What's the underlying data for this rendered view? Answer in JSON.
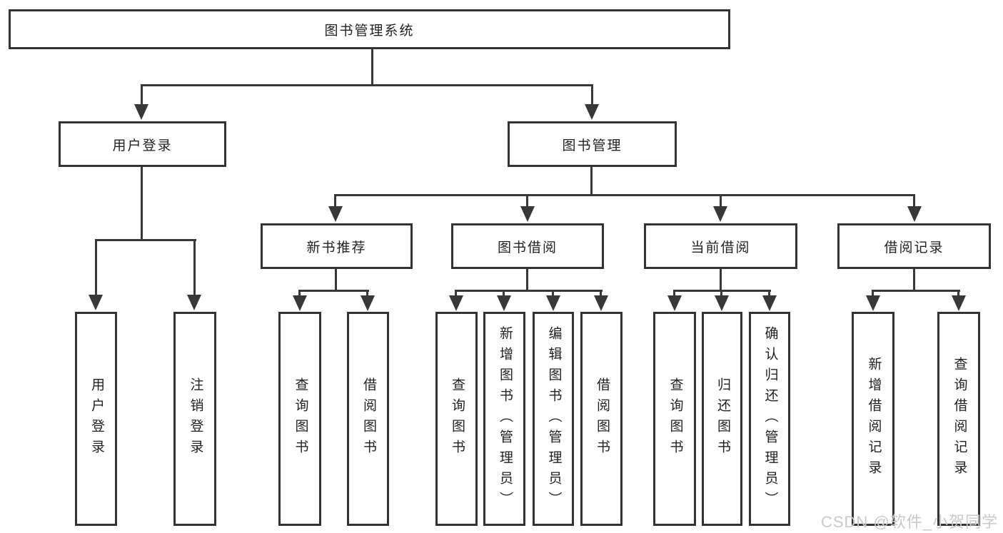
{
  "nodes": {
    "root": {
      "label": "图书管理系统"
    },
    "level2": [
      {
        "label": "用户登录"
      },
      {
        "label": "图书管理"
      }
    ],
    "level3": [
      {
        "label": "新书推荐"
      },
      {
        "label": "图书借阅"
      },
      {
        "label": "当前借阅"
      },
      {
        "label": "借阅记录"
      }
    ],
    "leaves": [
      {
        "label": "用户登录"
      },
      {
        "label": "注销登录"
      },
      {
        "label": "查询图书"
      },
      {
        "label": "借阅图书"
      },
      {
        "label": "查询图书"
      },
      {
        "label": "新增图书（管理员）"
      },
      {
        "label": "编辑图书（管理员）"
      },
      {
        "label": "借阅图书"
      },
      {
        "label": "查询图书"
      },
      {
        "label": "归还图书"
      },
      {
        "label": "确认归还（管理员）"
      },
      {
        "label": "新增借阅记录"
      },
      {
        "label": "查询借阅记录"
      }
    ]
  },
  "watermark": {
    "text": "CSDN @软件_小贺同学"
  },
  "colors": {
    "line": "#383838",
    "box_border": "#333333",
    "text": "#222222",
    "watermark": "#c7c9cc",
    "background": "#ffffff"
  }
}
